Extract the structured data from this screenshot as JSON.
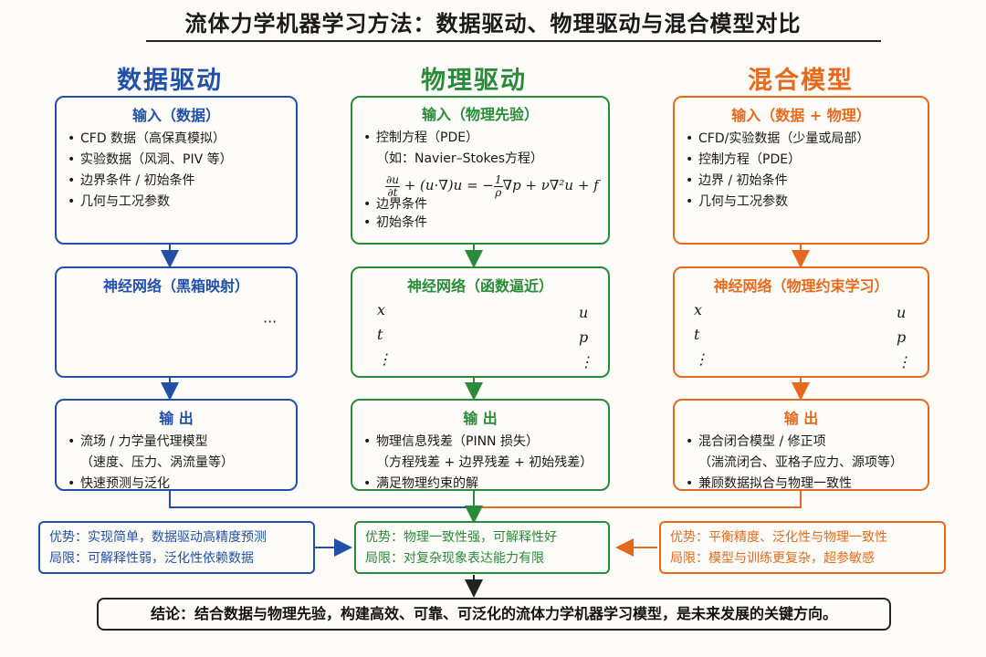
{
  "title": "流体力学机器学习方法：数据驱动、物理驱动与混合模型对比",
  "colors": {
    "blue": "#2250a8",
    "green": "#2a8a3a",
    "orange": "#e66a1e",
    "black": "#222222"
  },
  "columns": [
    {
      "heading": "数据驱动",
      "input": {
        "title": "输入（数据）",
        "items": [
          "CFD 数据（高保真模拟）",
          "实验数据（风洞、PIV 等）",
          "边界条件 / 初始条件",
          "几何与工况参数"
        ]
      },
      "network": {
        "title": "神经网络（黑箱映射）",
        "ellipsis": "···"
      },
      "output": {
        "title": "输 出",
        "item1": "流场 / 力学量代理模型",
        "item1_sub": "（速度、压力、涡流量等）",
        "item2": "快速预测与泛化"
      },
      "note": {
        "advantage": "优势：实现简单，数据驱动高精度预测",
        "limitation": "局限：可解释性弱，泛化性依赖数据"
      }
    },
    {
      "heading": "物理驱动",
      "input": {
        "title": "输入（物理先验）",
        "item1": "控制方程（PDE）",
        "item1_sub": "（如：Navier–Stokes方程）",
        "equation": {
          "lhs_num": "∂u",
          "lhs_den": "∂t",
          "mid": " + (u·∇)u = −",
          "rho_num": "1",
          "rho_den": "ρ",
          "rhs": "∇p + ν∇²u + f"
        },
        "items_after": [
          "边界条件",
          "初始条件"
        ]
      },
      "network": {
        "title": "神经网络（函数逼近）",
        "inputs": [
          "x",
          "t",
          "⋮"
        ],
        "outputs": [
          "u",
          "p",
          "⋮"
        ]
      },
      "output": {
        "title": "输 出",
        "item1": "物理信息残差（PINN 损失）",
        "item1_sub": "（方程残差 + 边界残差 + 初始残差）",
        "item2": "满足物理约束的解"
      },
      "note": {
        "advantage": "优势：物理一致性强，可解释性好",
        "limitation": "局限：对复杂现象表达能力有限"
      }
    },
    {
      "heading": "混合模型",
      "input": {
        "title": "输入（数据 + 物理）",
        "items": [
          "CFD/实验数据（少量或局部）",
          "控制方程（PDE）",
          "边界 / 初始条件",
          "几何与工况参数"
        ]
      },
      "network": {
        "title": "神经网络（物理约束学习）",
        "inputs": [
          "x",
          "t",
          "⋮"
        ],
        "outputs": [
          "u",
          "p",
          "⋮"
        ]
      },
      "output": {
        "title": "输 出",
        "item1": "混合闭合模型 / 修正项",
        "item1_sub": "（湍流闭合、亚格子应力、源项等）",
        "item2": "兼顾数据拟合与物理一致性"
      },
      "note": {
        "advantage": "优势：平衡精度、泛化性与物理一致性",
        "limitation": "局限：模型与训练更复杂，超参敏感"
      }
    }
  ],
  "bullet": "•",
  "conclusion": "结论：结合数据与物理先验，构建高效、可靠、可泛化的流体力学机器学习模型，是未来发展的关键方向。"
}
